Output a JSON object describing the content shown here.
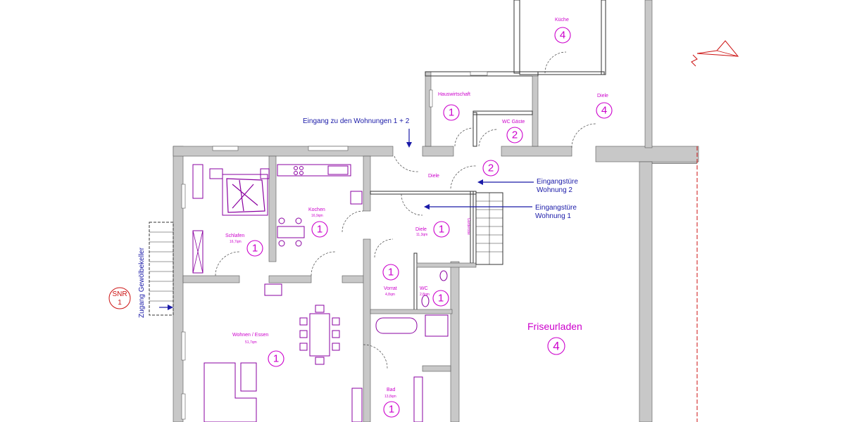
{
  "rooms": {
    "kueche": {
      "name": "Küche",
      "number": "4"
    },
    "diele_top": {
      "name": "Diele",
      "number": "4"
    },
    "hauswirtschaft": {
      "name": "Hauswirtschaft",
      "number": "1"
    },
    "wc_gaeste": {
      "name": "WC Gäste",
      "number": "2"
    },
    "diele_2": {
      "name": "Diele",
      "number": "2"
    },
    "schlafen": {
      "name": "Schlafen",
      "area": "16,7qm",
      "number": "1"
    },
    "kochen": {
      "name": "Kochen",
      "area": "16,9qm",
      "number": "1"
    },
    "diele_1": {
      "name": "Diele",
      "area": "11,3qm",
      "number": "1"
    },
    "garderobe": {
      "name": "Garderobe"
    },
    "vorrat": {
      "name": "Vorrat",
      "area": "4,8qm",
      "number": "1"
    },
    "wc": {
      "name": "WC",
      "area": "2,8qm",
      "number": "1"
    },
    "wohnen": {
      "name": "Wohnen / Essen",
      "area": "51,7qm",
      "number": "1"
    },
    "bad": {
      "name": "Bad",
      "area": "13,8qm",
      "number": "1"
    },
    "friseur": {
      "name": "Friseurladen",
      "number": "4"
    }
  },
  "annotations": {
    "entrance": "Eingang zu den Wohnungen 1 + 2",
    "door2_line1": "Eingangstüre",
    "door2_line2": "Wohnung 2",
    "door1_line1": "Eingangstüre",
    "door1_line2": "Wohnung 1",
    "cellar": "Zugang Gewölbekeller",
    "snr_label": "SNR",
    "snr_number": "1"
  },
  "colors": {
    "labels": "#cc00cc",
    "furniture": "#8a00a0",
    "annotations": "#1a1aa8",
    "north_arrow": "#cc1111",
    "walls": "#c8c8c8"
  }
}
